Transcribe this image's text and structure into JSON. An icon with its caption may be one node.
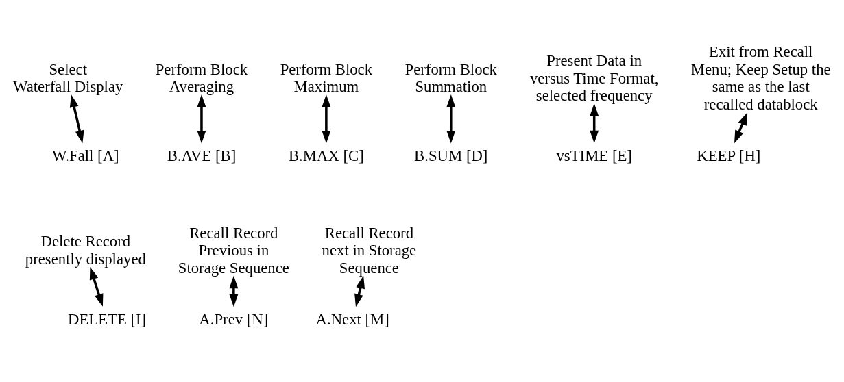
{
  "diagram": {
    "nodes": [
      {
        "text": [
          "Select Waterfall Display"
        ]
      },
      {
        "text": [
          "Perform Block Averaging"
        ]
      },
      {
        "text": [
          "Perform Block Maximum"
        ]
      },
      {
        "text": [
          "Perform Block Summation"
        ]
      },
      {
        "text": [
          "Present Data in versus Time Format, selected frequency"
        ]
      },
      {
        "text": [
          "Exit from Recall Menu; Keep Setup the same as the last recalled datablock"
        ]
      },
      {
        "text": [
          "W.Fall [A]"
        ]
      },
      {
        "text": [
          "B.AVE [B]"
        ]
      },
      {
        "text": [
          "B.MAX [C]"
        ]
      },
      {
        "text": [
          "B.SUM [D]"
        ]
      },
      {
        "text": [
          "vsTIME [E]"
        ]
      },
      {
        "text": [
          "KEEP [H]"
        ]
      },
      {
        "text": [
          "Delete Record presently displayed"
        ]
      },
      {
        "text": [
          "Recall Record Previous in Storage Sequence"
        ]
      },
      {
        "text": [
          "Recall Record next in Storage Sequence"
        ]
      },
      {
        "text": [
          "DELETE [I]"
        ]
      },
      {
        "text": [
          "A.Prev [N]"
        ]
      },
      {
        "text": [
          "A.Next [M]"
        ]
      }
    ],
    "edges": [
      {
        "from": 0,
        "to": 6,
        "arrow": "both"
      },
      {
        "from": 1,
        "to": 7,
        "arrow": "both"
      },
      {
        "from": 2,
        "to": 8,
        "arrow": "both"
      },
      {
        "from": 3,
        "to": 9,
        "arrow": "both"
      },
      {
        "from": 4,
        "to": 10,
        "arrow": "both"
      },
      {
        "from": 5,
        "to": 11,
        "arrow": "both"
      },
      {
        "from": 12,
        "to": 15,
        "arrow": "both"
      },
      {
        "from": 13,
        "to": 16,
        "arrow": "both"
      },
      {
        "from": 14,
        "to": 17,
        "arrow": "both"
      }
    ]
  }
}
